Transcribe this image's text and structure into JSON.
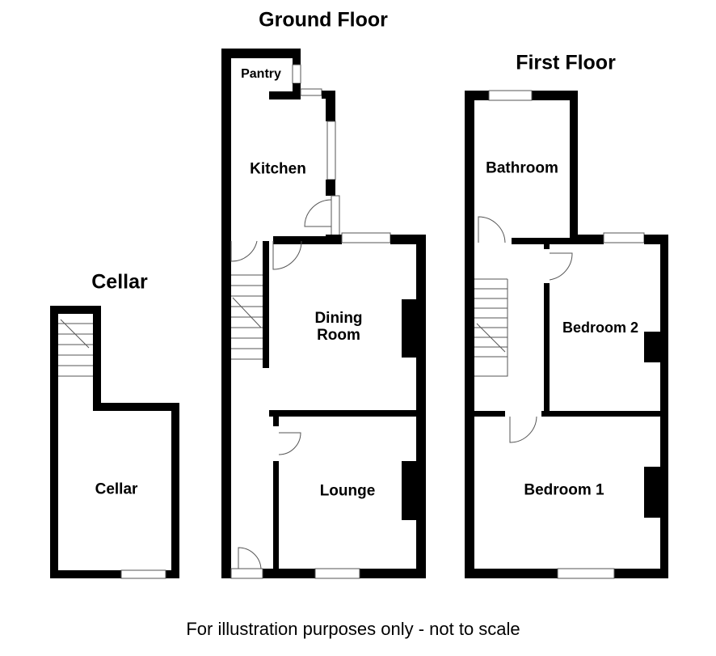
{
  "floors": {
    "cellar": {
      "title": "Cellar",
      "rooms": [
        "Cellar"
      ]
    },
    "ground": {
      "title": "Ground Floor",
      "rooms": [
        "Pantry",
        "Kitchen",
        "Dining Room",
        "Lounge"
      ]
    },
    "first": {
      "title": "First Floor",
      "rooms": [
        "Bathroom",
        "Bedroom 2",
        "Bedroom 1"
      ]
    }
  },
  "footer": "For illustration purposes only - not to scale"
}
